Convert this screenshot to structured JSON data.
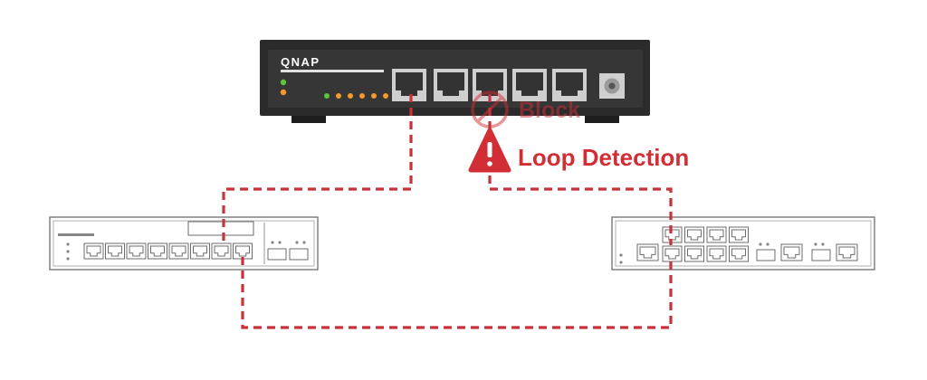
{
  "brand": "QNAP",
  "block_label": "Block",
  "loop_label": "Loop Detection",
  "colors": {
    "cable": "#c8323a",
    "alert": "#d12f35",
    "switch_body": "#2b2b2b",
    "switch_face": "#3c3c3c",
    "led_green": "#5bc43a",
    "led_orange": "#f39a2b",
    "outline": "#6e6e6e"
  },
  "icons": [
    "prohibited-icon",
    "warning-icon"
  ]
}
